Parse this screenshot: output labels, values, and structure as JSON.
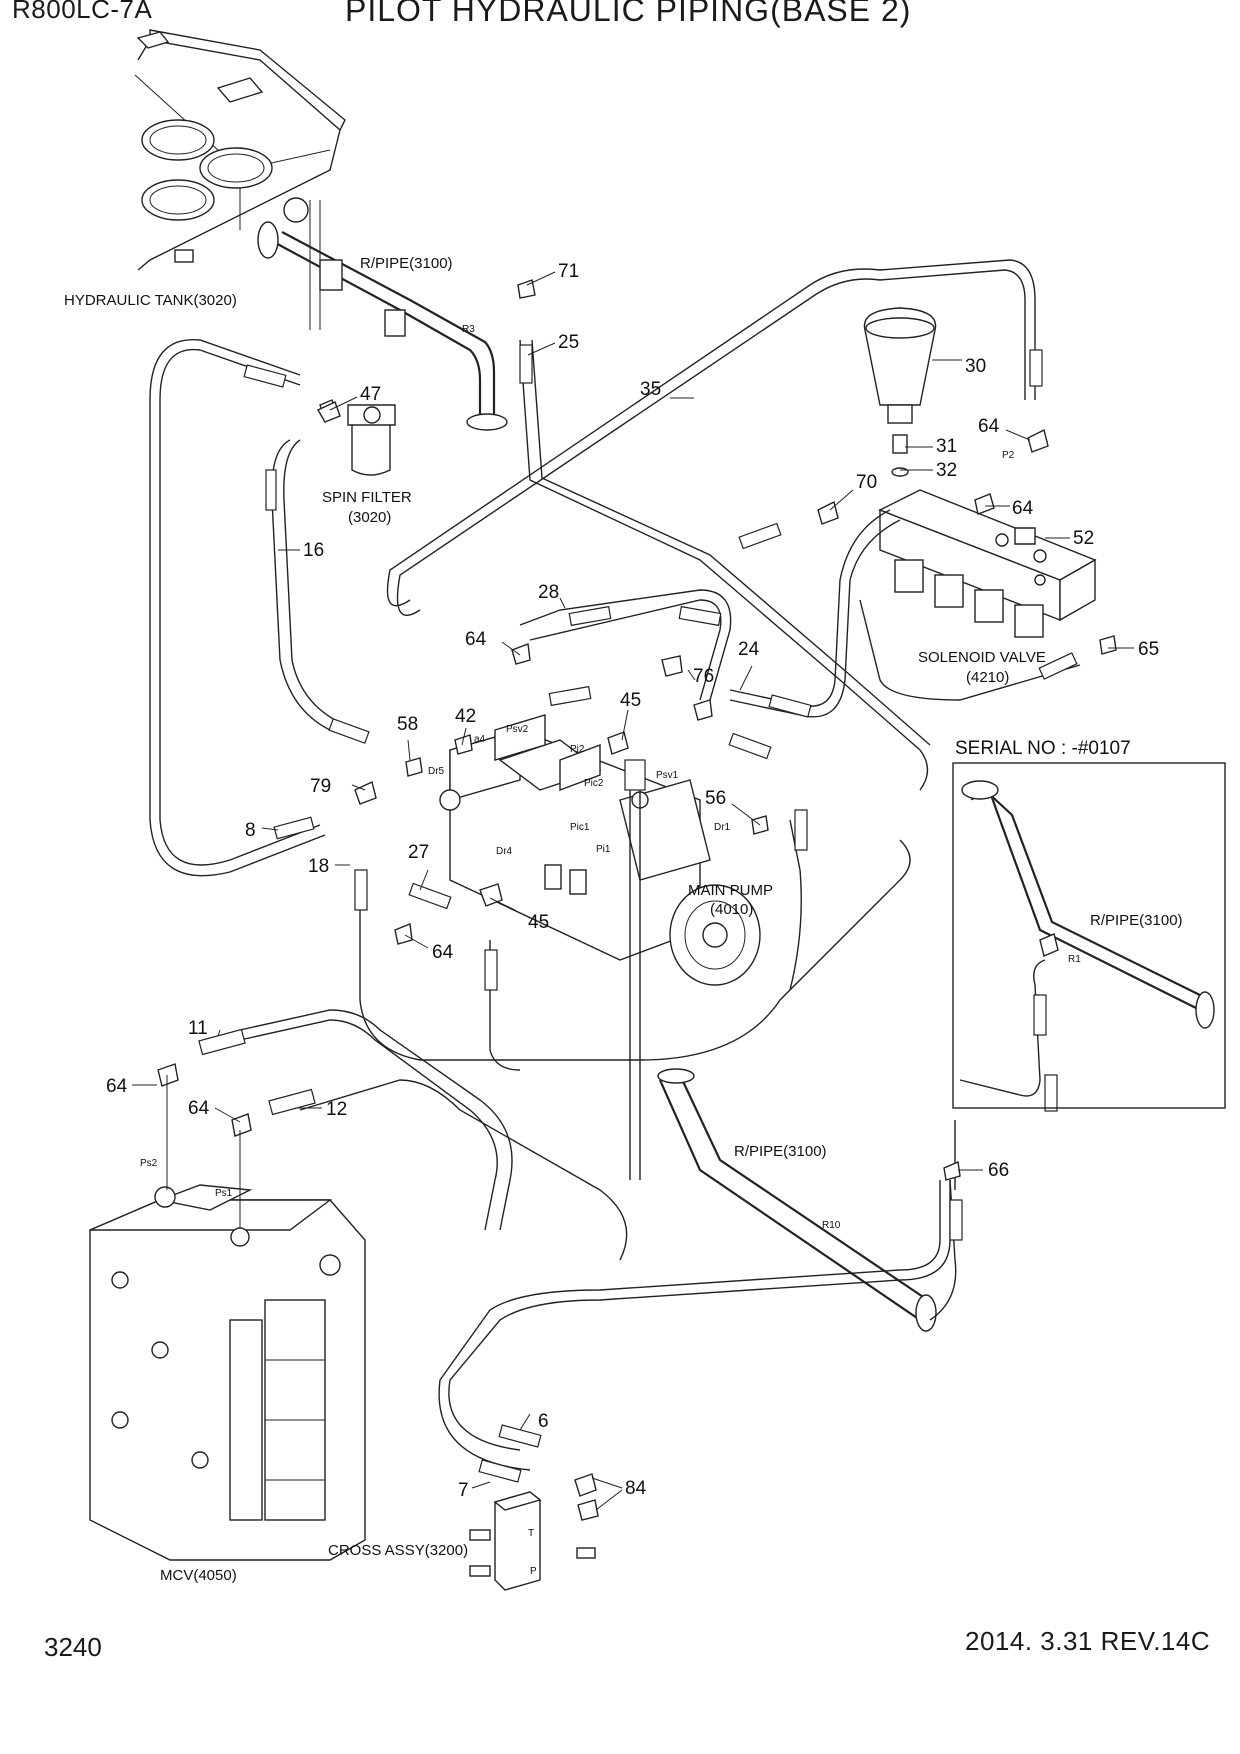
{
  "header": {
    "model": "R800LC-7A",
    "title": "PILOT HYDRAULIC PIPING(BASE 2)"
  },
  "footer": {
    "page_number": "3240",
    "revision": "2014. 3.31  REV.14C"
  },
  "components": {
    "hydraulic_tank": "HYDRAULIC TANK(3020)",
    "return_pipe_top": "R/PIPE(3100)",
    "return_pipe_mid": "R/PIPE(3100)",
    "return_pipe_inset": "R/PIPE(3100)",
    "spin_filter_line1": "SPIN FILTER",
    "spin_filter_line2": "(3020)",
    "solenoid_valve_line1": "SOLENOID VALVE",
    "solenoid_valve_line2": "(4210)",
    "main_pump_line1": "MAIN PUMP",
    "main_pump_line2": "(4010)",
    "mcv": "MCV(4050)",
    "cross_assy": "CROSS ASSY(3200)",
    "serial_no": "SERIAL NO : -#0107"
  },
  "ports": {
    "r3": "R3",
    "r1": "R1",
    "r10": "R10",
    "p2": "P2",
    "psv2": "Psv2",
    "psv1": "Psv1",
    "pi2": "Pi2",
    "pic2": "Pic2",
    "pic1": "Pic1",
    "pi1": "Pi1",
    "dr5": "Dr5",
    "dr4": "Dr4",
    "dr1": "Dr1",
    "a4": "a4",
    "ps2": "Ps2",
    "ps1": "Ps1",
    "t": "T",
    "p": "P"
  },
  "callouts": {
    "c71": "71",
    "c25": "25",
    "c35": "35",
    "c30": "30",
    "c47": "47",
    "c64a": "64",
    "c31": "31",
    "c32": "32",
    "c70": "70",
    "c64b": "64",
    "c52": "52",
    "c16": "16",
    "c28": "28",
    "c64c": "64",
    "c24": "24",
    "c65": "65",
    "c76": "76",
    "c45a": "45",
    "c42": "42",
    "c58": "58",
    "c79": "79",
    "c56": "56",
    "c8": "8",
    "c18": "18",
    "c27": "27",
    "c45b": "45",
    "c64d": "64",
    "c11": "11",
    "c64e": "64",
    "c64f": "64",
    "c12": "12",
    "c66": "66",
    "c6": "6",
    "c7": "7",
    "c84": "84"
  }
}
